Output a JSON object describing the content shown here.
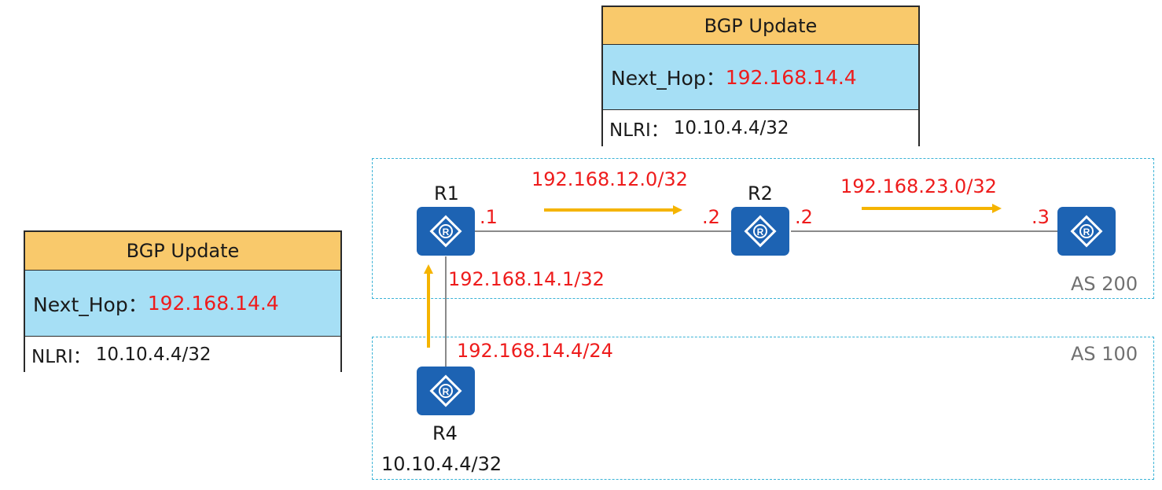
{
  "update_top": {
    "header": "BGP Update",
    "next_hop_label": "Next_Hop：",
    "next_hop_value": "192.168.14.4",
    "nlri_label": "NLRI：",
    "nlri_value": "10.10.4.4/32"
  },
  "update_left": {
    "header": "BGP Update",
    "next_hop_label": "Next_Hop：",
    "next_hop_value": "192.168.14.4",
    "nlri_label": "NLRI：",
    "nlri_value": "10.10.4.4/32"
  },
  "as_zones": {
    "upper": "AS 200",
    "lower": "AS 100"
  },
  "routers": {
    "r1": "R1",
    "r2": "R2",
    "r4": "R4",
    "r4_prefix": "10.10.4.4/32"
  },
  "links": {
    "r1_r2_subnet": "192.168.12.0/32",
    "r2_r3_subnet": "192.168.23.0/32",
    "r1_if": ".1",
    "r2_left_if": ".2",
    "r2_right_if": ".2",
    "r3_if": ".3",
    "r1_r4_r1side": "192.168.14.1/32",
    "r1_r4_r4side": "192.168.14.4/24"
  },
  "colors": {
    "header_fill": "#f9c96b",
    "next_hop_fill": "#a6dff5",
    "ip_text": "#ee1c1c",
    "router_fill": "#1d63b3",
    "arrow": "#f5b400",
    "as_border": "#3bb3d6"
  },
  "icons": {
    "router": "router-icon",
    "arrow": "arrow-icon"
  }
}
